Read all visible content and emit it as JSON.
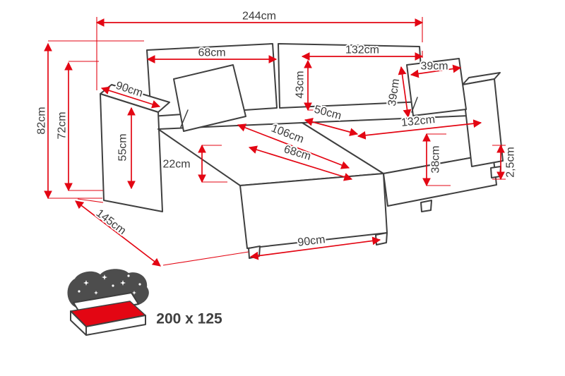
{
  "diagram": {
    "subject": "corner-sofa-with-dimensions",
    "unit": "cm",
    "colors": {
      "dimension_red": "#e30613",
      "outline_gray": "#3f3f3f",
      "label_color": "#3a3a3a",
      "storage_red": "#e30613",
      "blanket_gray": "#4d4d4d"
    }
  },
  "dims": {
    "d244": "244cm",
    "d68_back": "68cm",
    "d132_back": "132cm",
    "d43": "43cm",
    "d39_w": "39cm",
    "d39_h": "39cm",
    "d90_arm": "90cm",
    "d82": "82cm",
    "d72": "72cm",
    "d55": "55cm",
    "d22": "22cm",
    "d50": "50cm",
    "d106": "106cm",
    "d132_seat": "132cm",
    "d68_seat": "68cm",
    "d38": "38cm",
    "d2_5": "2,5cm",
    "d145": "145cm",
    "d90_front": "90cm"
  },
  "sleeping_area": {
    "label": "200 x 125"
  }
}
